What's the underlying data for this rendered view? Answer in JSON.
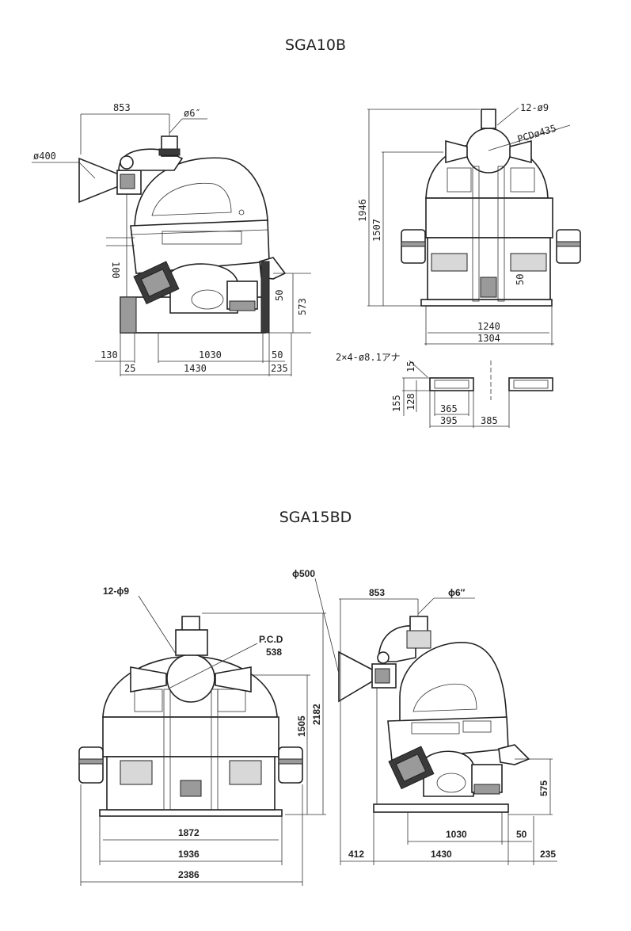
{
  "titles": {
    "top": "SGA10B",
    "bottom": "SGA15BD"
  },
  "sga10b": {
    "side": {
      "d853": "853",
      "d6in": "ø6″",
      "d400": "ø400",
      "d100": "100",
      "d50": "50",
      "d573": "573",
      "d130": "130",
      "d1030": "1030",
      "d50b": "50",
      "d25": "25",
      "d1430": "1430",
      "d235": "235"
    },
    "front": {
      "d12": "12-ø9",
      "pcd": "PCDø435",
      "d1946": "1946",
      "d1507": "1507",
      "d50": "50",
      "d1240": "1240",
      "d1304": "1304"
    },
    "base": {
      "holes": "2×4-ø8.1アナ",
      "d15": "15",
      "d155": "155",
      "d128": "128",
      "d365": "365",
      "d395": "395",
      "d385": "385"
    }
  },
  "sga15bd": {
    "front": {
      "d12": "12-ϕ9",
      "pcd1": "P.C.D",
      "pcd2": "538",
      "d1505": "1505",
      "d2182": "2182",
      "d1872": "1872",
      "d1936": "1936",
      "d2386": "2386"
    },
    "side": {
      "d500": "ϕ500",
      "d853": "853",
      "d6in": "ϕ6″",
      "d575": "575",
      "d1030": "1030",
      "d50": "50",
      "d412": "412",
      "d1430": "1430",
      "d235": "235"
    }
  }
}
